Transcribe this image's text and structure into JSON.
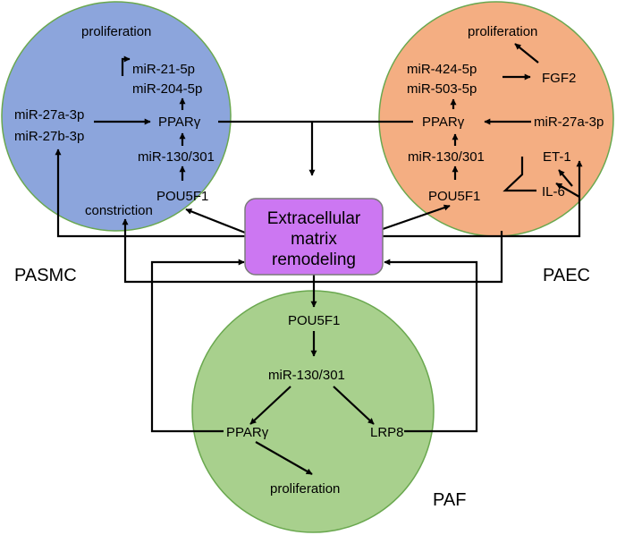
{
  "colors": {
    "pasmc_fill": "#8ca5dc",
    "paec_fill": "#f4ae82",
    "paf_fill": "#a8d08d",
    "circle_border": "#6aa84f",
    "ecm_fill": "#cc77f2",
    "ecm_border": "#7a7a7a",
    "line": "#000000"
  },
  "regions": {
    "pasmc": "PASMC",
    "paec": "PAEC",
    "paf": "PAF"
  },
  "ecm": {
    "line1": "Extracellular",
    "line2": "matrix",
    "line3": "remodeling"
  },
  "pasmc": {
    "proliferation": "proliferation",
    "mir21": "miR-21-5p",
    "mir204": "miR-204-5p",
    "mir27a": "miR-27a-3p",
    "mir27b": "miR-27b-3p",
    "ppar": "PPARγ",
    "mir130": "miR-130/301",
    "pou": "POU5F1",
    "constriction": "constriction"
  },
  "paec": {
    "proliferation": "proliferation",
    "mir424": "miR-424-5p",
    "mir503": "miR-503-5p",
    "fgf2": "FGF2",
    "ppar": "PPARγ",
    "mir27a": "miR-27a-3p",
    "mir130": "miR-130/301",
    "et1": "ET-1",
    "il6": "IL-6",
    "pou": "POU5F1"
  },
  "paf": {
    "pou": "POU5F1",
    "mir130": "miR-130/301",
    "ppar": "PPARγ",
    "lrp8": "LRP8",
    "proliferation": "proliferation"
  }
}
